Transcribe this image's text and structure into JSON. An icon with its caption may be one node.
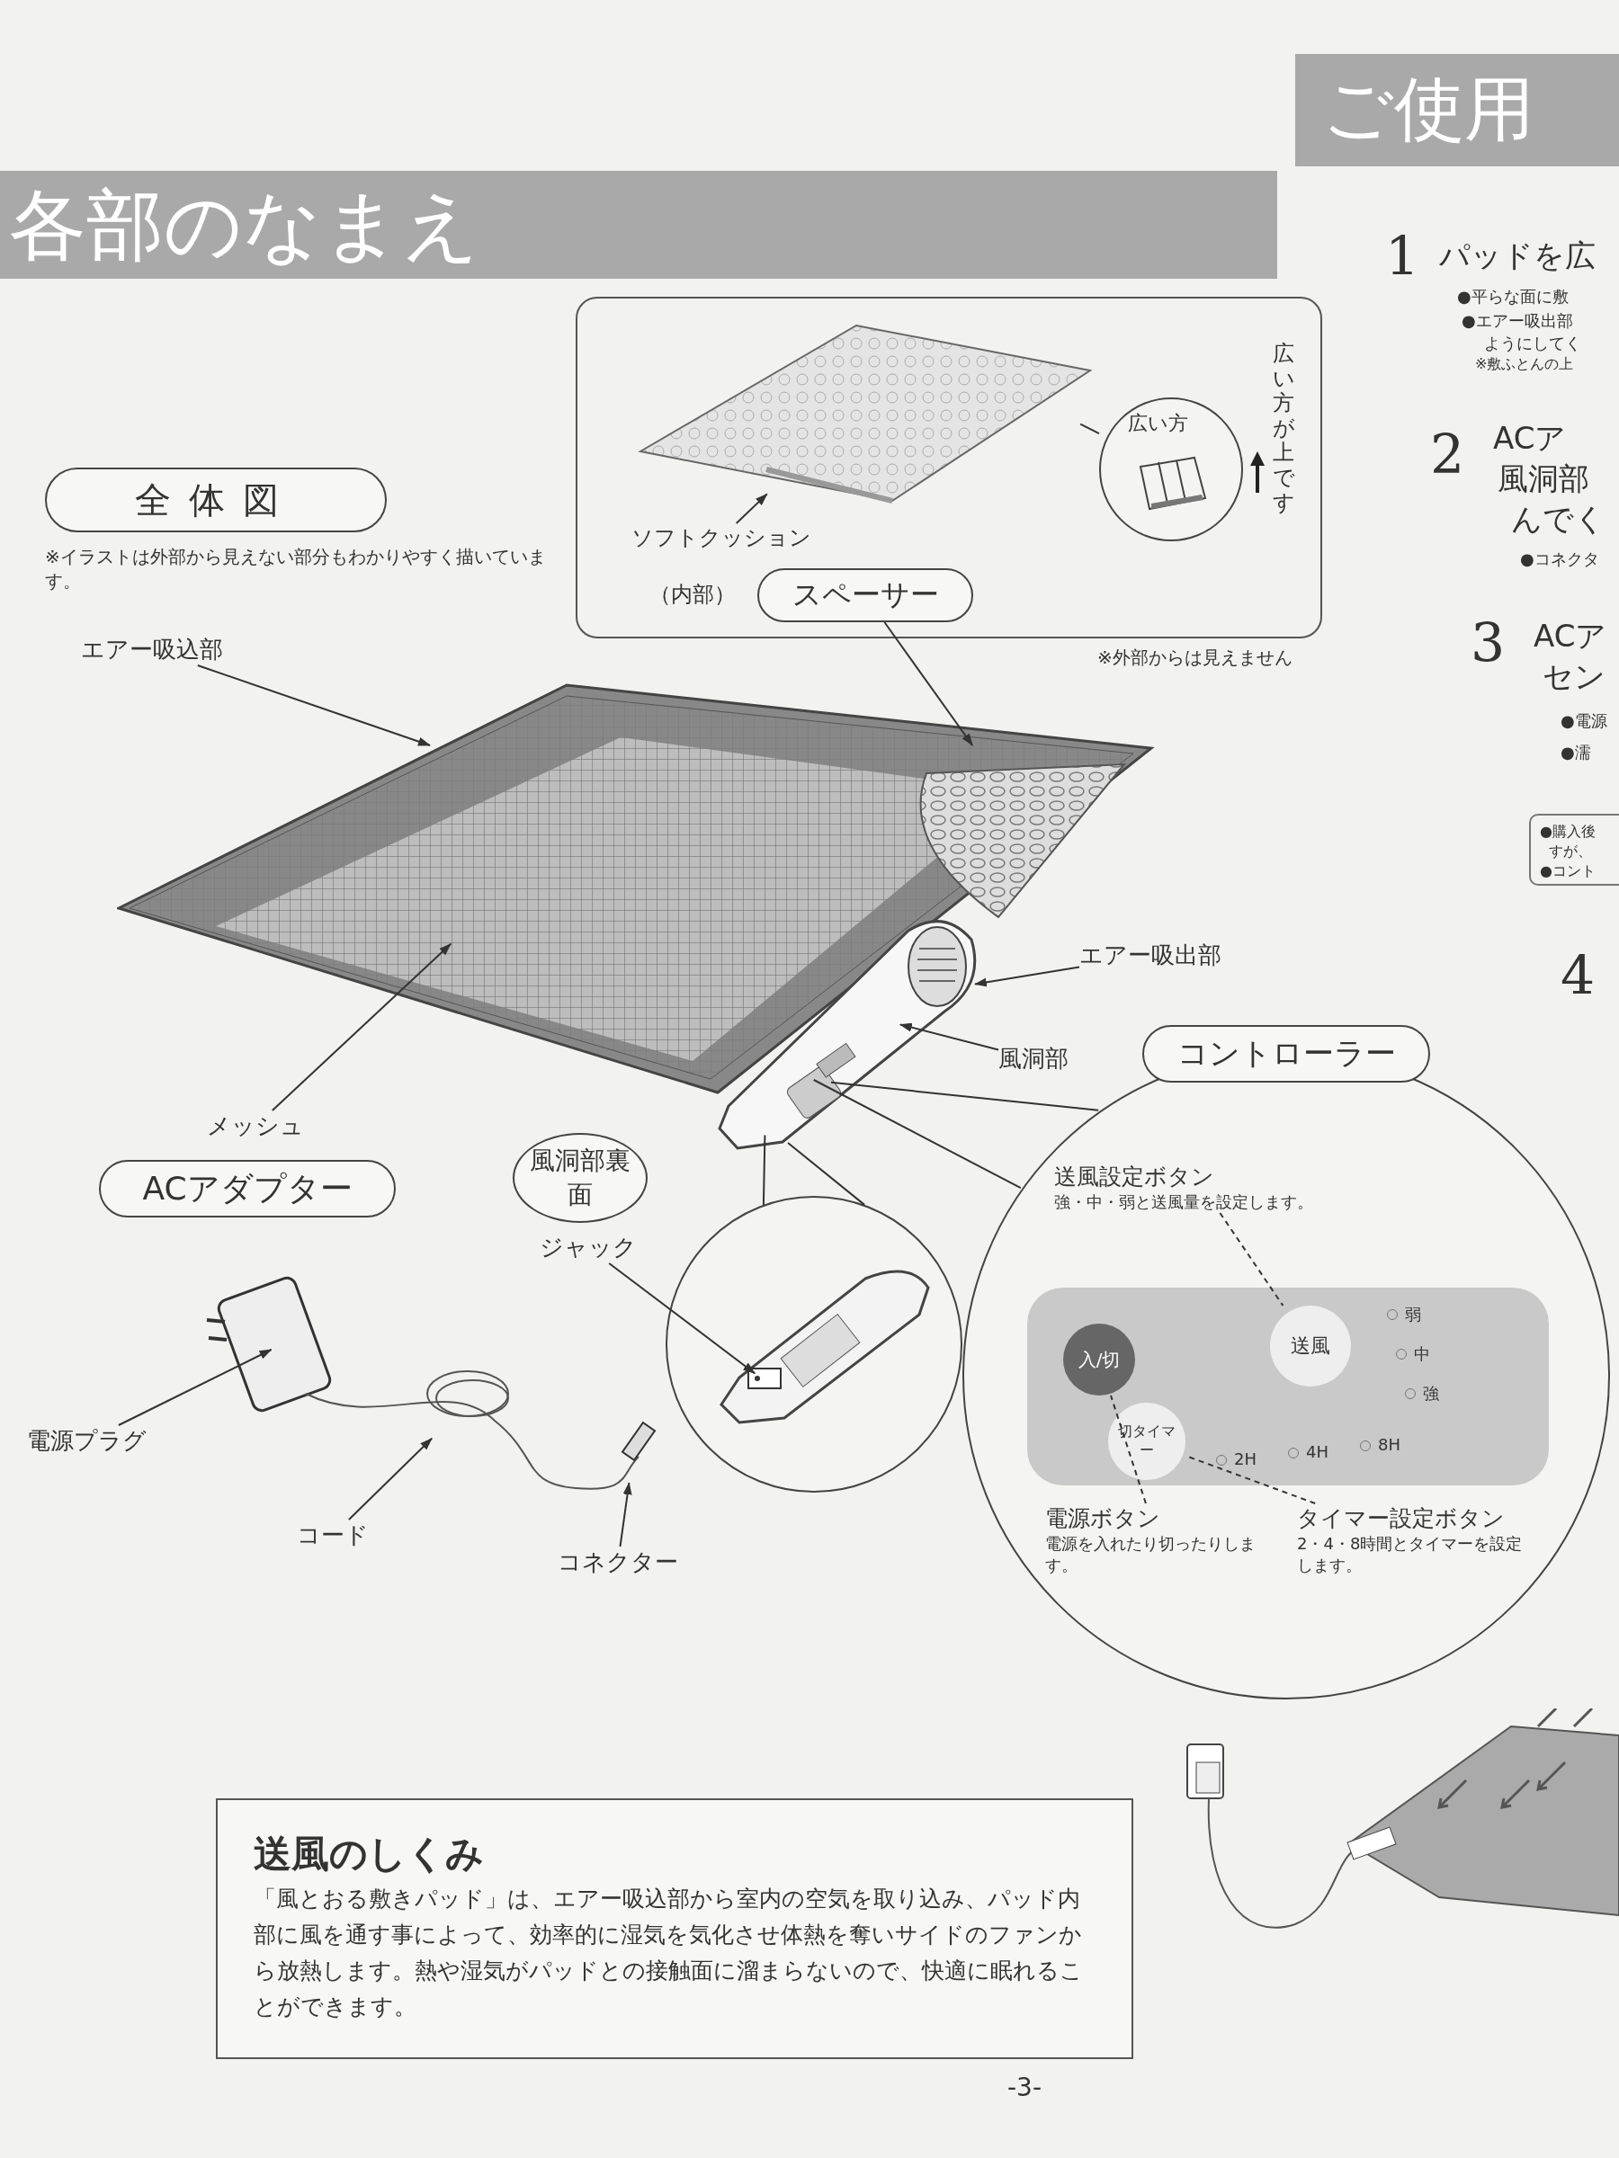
{
  "diagram": {
    "title": "各部のなまえ",
    "nodes": [
      {
        "text": [
          "全体図"
        ],
        "beside": [
          "※イラストは外部から見えない部分もわかりやすく描いています。"
        ]
      },
      {
        "text": [],
        "shape": "box"
      },
      {
        "text": [],
        "shape": "picture",
        "in": 1
      },
      {
        "text": [
          "ソフトクッション"
        ],
        "in": 1
      },
      {
        "text": [
          "広い方"
        ],
        "in": 1
      },
      {
        "text": [
          "スペーサー"
        ],
        "in": 1,
        "beside": [
          "（内部）"
        ]
      },
      {
        "text": [],
        "shape": "picture"
      },
      {
        "text": [
          "エアー吸込部"
        ]
      },
      {
        "text": [
          "メッシュ"
        ]
      },
      {
        "text": [],
        "shape": "picture"
      },
      {
        "text": [
          "エアー吸出部"
        ]
      },
      {
        "text": [
          "風洞部"
        ]
      },
      {
        "text": [
          "コントローラー"
        ]
      },
      {
        "text": [],
        "shape": "circle"
      },
      {
        "text": [],
        "shape": "box",
        "in": 13
      },
      {
        "text": [
          "入/切"
        ],
        "in": 14
      },
      {
        "text": [
          "送風"
        ],
        "in": 14
      },
      {
        "text": [
          "切タイマー"
        ],
        "in": 14
      },
      {
        "text": [
          "送風設定ボタン",
          "強・中・弱と送風量を設定します。"
        ],
        "in": 13
      },
      {
        "text": [
          "タイマー設定ボタン",
          "2・4・8時間とタイマーを設定します。"
        ],
        "in": 13
      },
      {
        "text": [
          "電源ボタン",
          "電源を入れたり切ったりします。"
        ],
        "in": 13
      },
      {
        "text": [],
        "shape": "circle"
      },
      {
        "text": [
          "風洞部裏面"
        ]
      },
      {
        "text": [],
        "shape": "picture",
        "in": 21
      },
      {
        "text": [
          "ジャック"
        ]
      },
      {
        "text": [
          "ACアダプター"
        ]
      },
      {
        "text": [],
        "shape": "picture"
      },
      {
        "text": [
          "電源プラグ"
        ]
      },
      {
        "text": [
          "コード"
        ]
      },
      {
        "text": [
          "コネクター"
        ]
      },
      {
        "text": [
          "送風のしくみ",
          "「風とおる敷きパッド」は、エアー吸込部から室内の空気を取り込み、パッド内部に風を通す事によって、効率的に湿気を気化させ体熱を奪いサイドのファンから放熱します。熱や湿気がパッドとの接触面に溜まらないので、快適に眠れることができます。"
        ]
      }
    ],
    "edges": [
      {
        "from": 3,
        "to": 2,
        "arrow": "to"
      },
      {
        "from": 4,
        "to": 2,
        "arrow": "none"
      },
      {
        "from": 5,
        "to": 6,
        "arrow": "to"
      },
      {
        "from": 7,
        "to": 6,
        "arrow": "to"
      },
      {
        "from": 8,
        "to": 6,
        "arrow": "to"
      },
      {
        "from": 10,
        "to": 9,
        "arrow": "to"
      },
      {
        "from": 11,
        "to": 9,
        "arrow": "to"
      },
      {
        "from": 9,
        "to": 13,
        "arrow": "none"
      },
      {
        "from": 9,
        "to": 13,
        "arrow": "none"
      },
      {
        "from": 9,
        "to": 21,
        "arrow": "none"
      },
      {
        "from": 9,
        "to": 21,
        "arrow": "none"
      },
      {
        "from": 18,
        "to": 16,
        "arrow": "none",
        "style": "dashed"
      },
      {
        "from": 19,
        "to": 17,
        "arrow": "none",
        "style": "dashed"
      },
      {
        "from": 20,
        "to": 15,
        "arrow": "none",
        "style": "dashed"
      },
      {
        "from": 24,
        "to": 23,
        "arrow": "to"
      },
      {
        "from": 27,
        "to": 26,
        "arrow": "to"
      },
      {
        "from": 28,
        "to": 26,
        "arrow": "to"
      },
      {
        "from": 29,
        "to": 26,
        "arrow": "to"
      }
    ],
    "labels": [
      "広い方が上です",
      "※外部からは見えません",
      "弱",
      "中",
      "強",
      "2H",
      "4H",
      "8H",
      "-3-",
      "ご使用",
      "1",
      "パッドを広",
      "●平らな面に敷",
      "●エアー吸出部",
      "ようにしてく",
      "※敷ふとんの上",
      "2",
      "ACア",
      "風洞部",
      "んでく",
      "●コネクタ",
      "3",
      "ACア",
      "セン",
      "●電源",
      "●濡",
      "●購入後",
      "すが、",
      "●コント",
      "4"
    ]
  }
}
